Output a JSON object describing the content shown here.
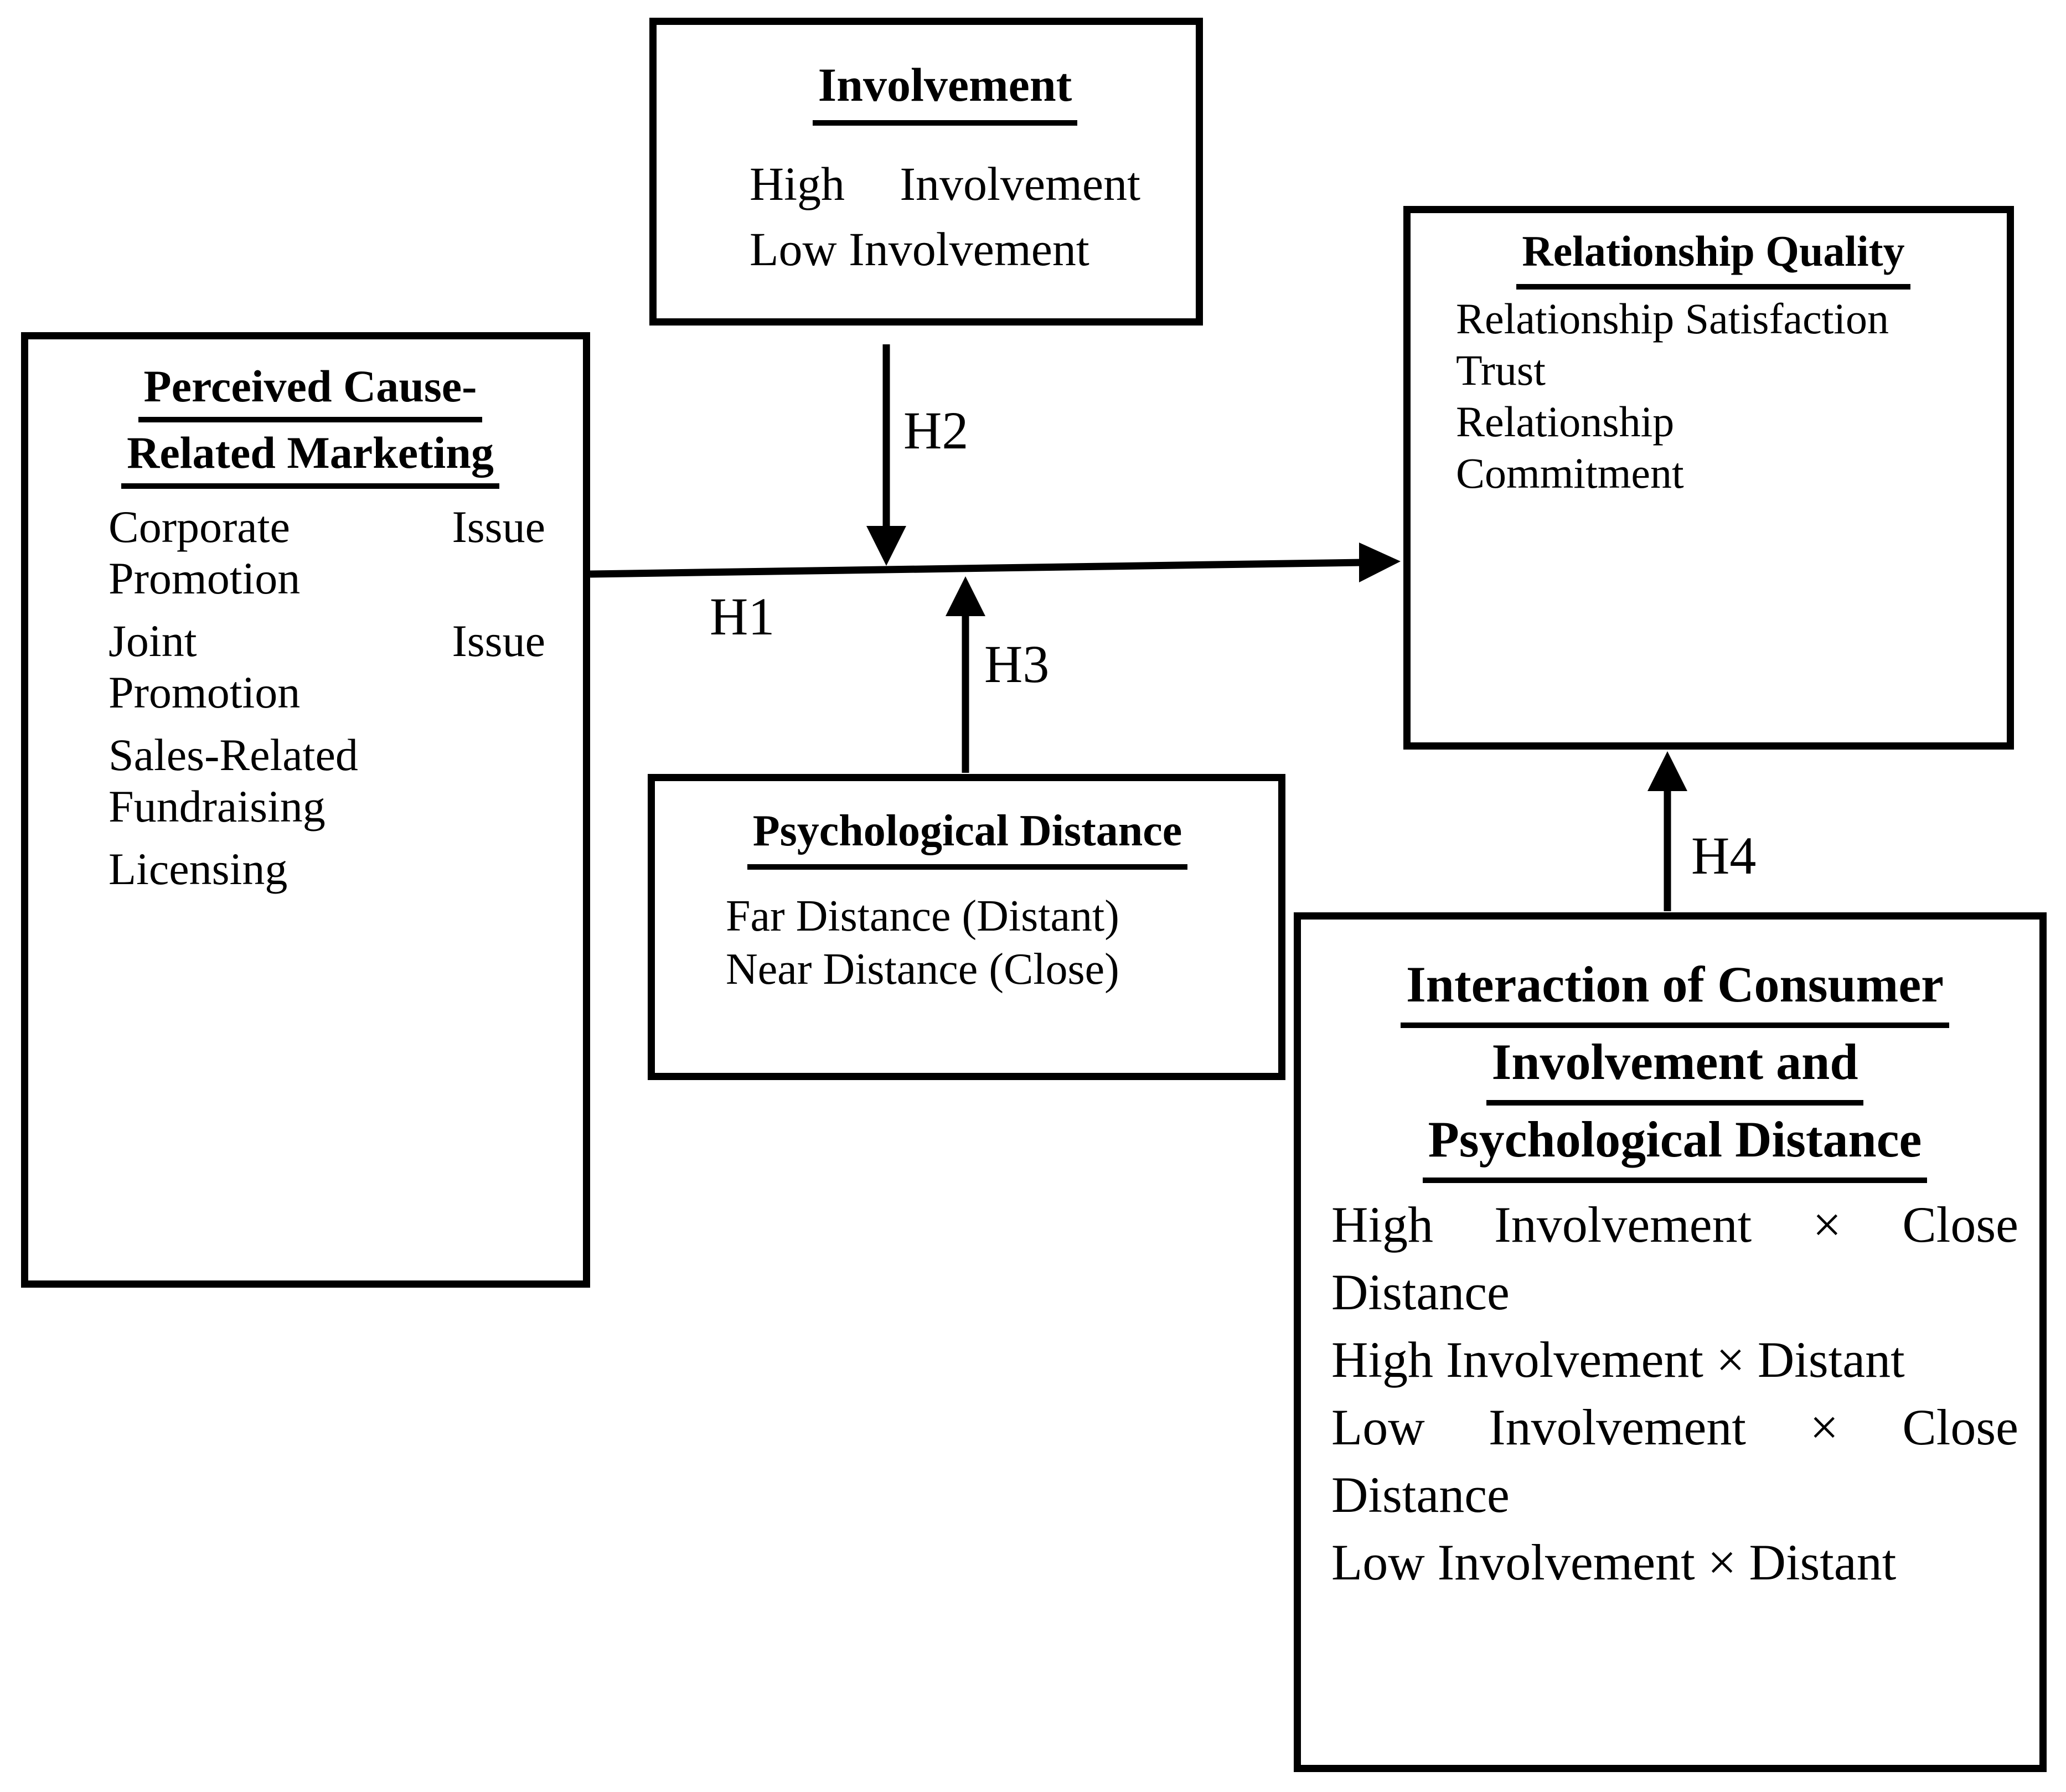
{
  "diagram": {
    "colors": {
      "background": "#ffffff",
      "line": "#000000",
      "text": "#000000"
    },
    "boxes": {
      "involvement": {
        "title": "Involvement",
        "item_high": {
          "a": "High",
          "b": "Involvement"
        },
        "item_low": "Low Involvement"
      },
      "perceived": {
        "title_line1": "Perceived Cause-",
        "title_line2": "Related Marketing",
        "item1": {
          "a": "Corporate",
          "b": "Issue"
        },
        "item1_cont": "Promotion",
        "item2": {
          "a": "Joint",
          "b": "Issue"
        },
        "item2_cont": "Promotion",
        "item3": "Sales-Related",
        "item3_cont": "Fundraising",
        "item4": "Licensing"
      },
      "relationship": {
        "title": "Relationship Quality",
        "item1": "Relationship Satisfaction",
        "item2": "Trust",
        "item3": "Relationship",
        "item3_cont": "Commitment"
      },
      "psychological": {
        "title": "Psychological Distance",
        "item1": "Far Distance (Distant)",
        "item2": "Near Distance (Close)"
      },
      "interaction": {
        "title_line1": "Interaction of Consumer",
        "title_line2": "Involvement and",
        "title_line3": "Psychological Distance",
        "item1": {
          "a": "High",
          "b": "Involvement",
          "c": "×",
          "d": "Close"
        },
        "item1_cont": "Distance",
        "item2": "High Involvement × Distant",
        "item3": {
          "a": "Low",
          "b": "Involvement",
          "c": "×",
          "d": "Close"
        },
        "item3_cont": "Distance",
        "item4": "Low Involvement × Distant"
      }
    },
    "hypothesis_labels": {
      "h1": "H1",
      "h2": "H2",
      "h3": "H3",
      "h4": "H4"
    }
  }
}
